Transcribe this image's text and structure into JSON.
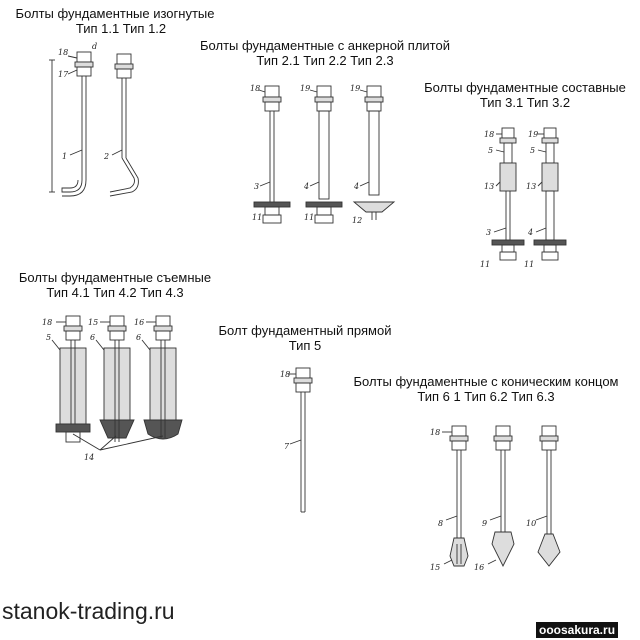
{
  "sections": [
    {
      "id": "bent",
      "line1": "Болты фундаментные изогнутые",
      "line2": "Тип 1.1 Тип 1.2"
    },
    {
      "id": "anchor-plate",
      "line1": "Болты фундаментные с анкерной плитой",
      "line2": "Тип 2.1 Тип 2.2 Тип 2.3"
    },
    {
      "id": "composite",
      "line1": "Болты фундаментные составные",
      "line2": "Тип 3.1 Тип 3.2"
    },
    {
      "id": "removable",
      "line1": "Болты фундаментные съемные",
      "line2": "Тип 4.1 Тип 4.2 Тип 4.3"
    },
    {
      "id": "straight",
      "line1": "Болт фундаментный прямой",
      "line2": "Тип 5"
    },
    {
      "id": "conical",
      "line1": "Болты фундаментные с коническим концом",
      "line2": "Тип 6 1 Тип 6.2 Тип 6.3"
    }
  ],
  "callouts": {
    "bent": [
      "18",
      "17",
      "1",
      "2",
      "d"
    ],
    "anchor_plate": [
      "18",
      "19",
      "19",
      "3",
      "4",
      "4",
      "11",
      "11",
      "12"
    ],
    "composite": [
      "18",
      "19",
      "5",
      "5",
      "13",
      "13",
      "3",
      "4",
      "11",
      "11"
    ],
    "removable": [
      "18",
      "15",
      "16",
      "5",
      "6",
      "6",
      "14"
    ],
    "straight": [
      "18",
      "7"
    ],
    "conical": [
      "18",
      "8",
      "9",
      "10",
      "15",
      "16"
    ]
  },
  "watermark": {
    "left": "stanok-trading.ru",
    "right": "ooosakura.ru"
  }
}
